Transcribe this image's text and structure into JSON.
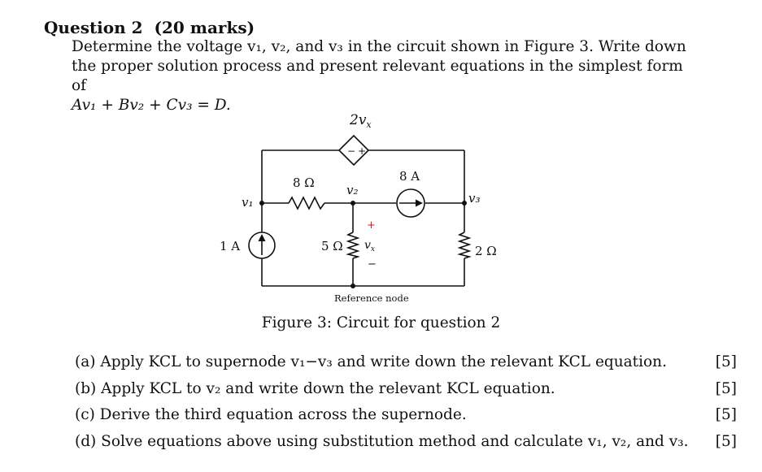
{
  "question": {
    "title": "Question 2",
    "marks": "(20 marks)",
    "intro_line1": "Determine the voltage v₁, v₂, and v₃ in the circuit shown in Figure 3.  Write down",
    "intro_line2": "the proper solution process and present relevant equations in the simplest form of",
    "intro_line3": "Av₁ + Bv₂ + Cv₃ = D."
  },
  "figure": {
    "caption": "Figure 3: Circuit for question 2",
    "labels": {
      "dep_source": "2v",
      "dep_source_sub": "x",
      "dep_minus": "−",
      "dep_plus": "+",
      "r1": "8 Ω",
      "v2": "v₂",
      "cs8": "8 A",
      "v1": "v₁",
      "v3": "v₃",
      "cs1": "1 A",
      "r5": "5 Ω",
      "vx": "v",
      "vx_sub": "x",
      "vx_plus": "+",
      "vx_minus": "−",
      "r2": "2 Ω",
      "ref": "Reference node"
    }
  },
  "parts": [
    {
      "text": "(a) Apply KCL to supernode v₁−v₃ and write down the relevant KCL equation.",
      "mark": "[5]"
    },
    {
      "text": "(b) Apply KCL to v₂ and write down the relevant KCL equation.",
      "mark": "[5]"
    },
    {
      "text": "(c) Derive the third equation across the supernode.",
      "mark": "[5]"
    },
    {
      "text": "(d) Solve equations above using substitution method and calculate v₁, v₂, and v₃.",
      "mark": "[5]"
    }
  ]
}
